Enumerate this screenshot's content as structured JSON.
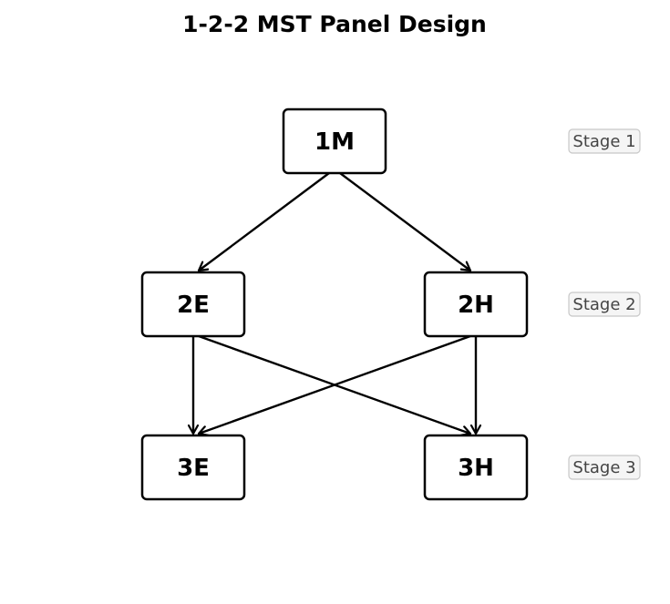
{
  "title": "1-2-2 MST Panel Design",
  "colors": {
    "node_border": "#000000",
    "node_fill": "#ffffff",
    "edge": "#000000",
    "stage_label_fill": "#f5f5f5",
    "stage_label_border": "#c8c8c8",
    "stage_label_text": "#444444"
  },
  "nodes": [
    {
      "id": "1M",
      "label": "1M",
      "stage": 1
    },
    {
      "id": "2E",
      "label": "2E",
      "stage": 2
    },
    {
      "id": "2H",
      "label": "2H",
      "stage": 2
    },
    {
      "id": "3E",
      "label": "3E",
      "stage": 3
    },
    {
      "id": "3H",
      "label": "3H",
      "stage": 3
    }
  ],
  "edges": [
    {
      "from": "1M",
      "to": "2E"
    },
    {
      "from": "1M",
      "to": "2H"
    },
    {
      "from": "2E",
      "to": "3E"
    },
    {
      "from": "2E",
      "to": "3H"
    },
    {
      "from": "2H",
      "to": "3E"
    },
    {
      "from": "2H",
      "to": "3H"
    }
  ],
  "stages": [
    {
      "label": "Stage 1"
    },
    {
      "label": "Stage 2"
    },
    {
      "label": "Stage 3"
    }
  ]
}
